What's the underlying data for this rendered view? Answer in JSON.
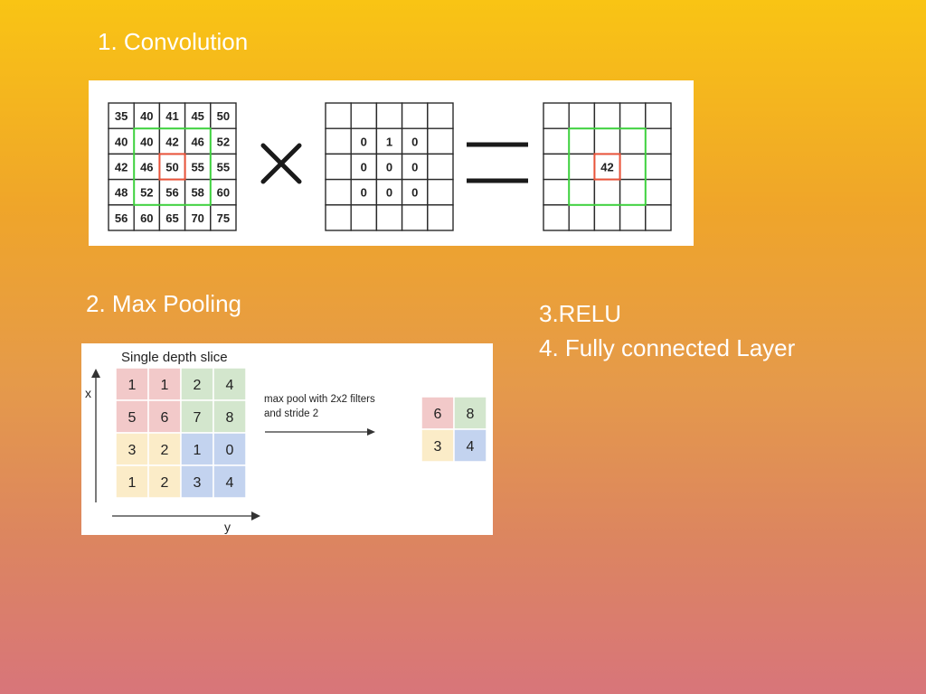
{
  "slide": {
    "heading_convolution": "1. Convolution",
    "heading_pooling": "2. Max Pooling",
    "heading_relu": "3.RELU",
    "heading_fc": "4. Fully connected Layer"
  },
  "convolution": {
    "input_grid": [
      [
        "35",
        "40",
        "41",
        "45",
        "50"
      ],
      [
        "40",
        "40",
        "42",
        "46",
        "52"
      ],
      [
        "42",
        "46",
        "50",
        "55",
        "55"
      ],
      [
        "48",
        "52",
        "56",
        "58",
        "60"
      ],
      [
        "56",
        "60",
        "65",
        "70",
        "75"
      ]
    ],
    "kernel_grid": [
      [
        "",
        "",
        "",
        "",
        ""
      ],
      [
        "",
        "0",
        "1",
        "0",
        ""
      ],
      [
        "",
        "0",
        "0",
        "0",
        ""
      ],
      [
        "",
        "0",
        "0",
        "0",
        ""
      ],
      [
        "",
        "",
        "",
        "",
        ""
      ]
    ],
    "output_grid": [
      [
        "",
        "",
        "",
        "",
        ""
      ],
      [
        "",
        "",
        "",
        "",
        ""
      ],
      [
        "",
        "",
        "42",
        "",
        ""
      ],
      [
        "",
        "",
        "",
        "",
        ""
      ],
      [
        "",
        "",
        "",
        "",
        ""
      ]
    ],
    "highlight_green": "#3ed13e",
    "highlight_red": "#e8533a"
  },
  "pooling": {
    "title": "Single depth slice",
    "axis_x": "x",
    "axis_y": "y",
    "input_grid": [
      [
        "1",
        "1",
        "2",
        "4"
      ],
      [
        "5",
        "6",
        "7",
        "8"
      ],
      [
        "3",
        "2",
        "1",
        "0"
      ],
      [
        "1",
        "2",
        "3",
        "4"
      ]
    ],
    "caption_line1": "max pool with 2x2 filters",
    "caption_line2": "and stride 2",
    "output_grid": [
      [
        "6",
        "8"
      ],
      [
        "3",
        "4"
      ]
    ],
    "quadrant_colors": {
      "top_left": "#f2c9c9",
      "top_right": "#d3e6cd",
      "bottom_left": "#fbecc8",
      "bottom_right": "#c3d3ef"
    }
  }
}
